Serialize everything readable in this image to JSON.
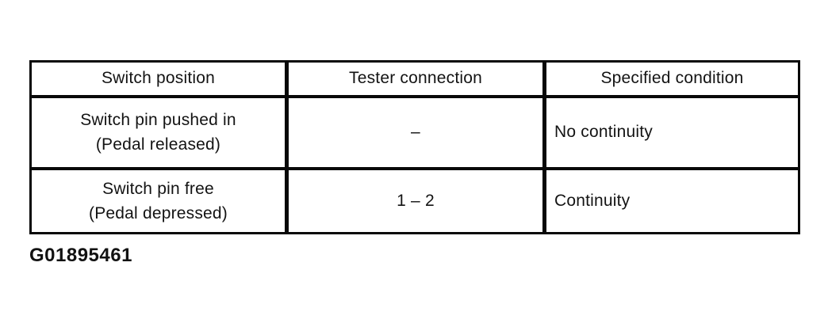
{
  "page": {
    "background_color": "#ffffff",
    "ink_color": "#111111"
  },
  "table": {
    "headers": [
      "Switch position",
      "Tester connection",
      "Specified condition"
    ],
    "rows": [
      {
        "position_lines": [
          "Switch pin pushed in",
          "(Pedal released)"
        ],
        "tester_connection": "–",
        "specified_condition": "No continuity"
      },
      {
        "position_lines": [
          "Switch pin free",
          "(Pedal depressed)"
        ],
        "tester_connection": "1 – 2",
        "specified_condition": "Continuity"
      }
    ]
  },
  "figure_id": "G01895461"
}
